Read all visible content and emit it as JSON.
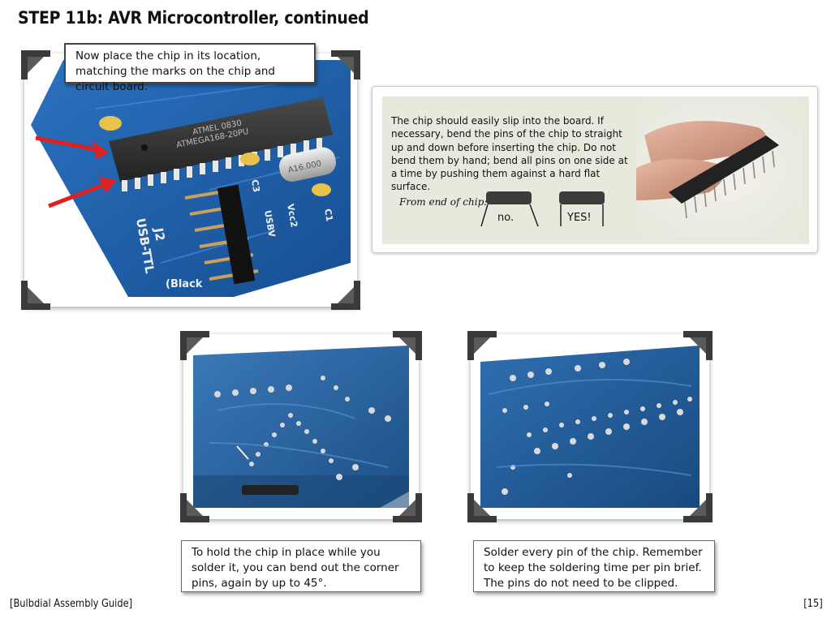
{
  "page": {
    "title": "STEP 11b: AVR Microcontroller, continued",
    "footer_left": "[Bulbdial Assembly Guide]",
    "footer_right": "[15]"
  },
  "top_photo": {
    "caption": "Now place the chip in its location, matching the marks on the chip and circuit board.",
    "board_labels": [
      "J2",
      "USB-TTL",
      "USBV",
      "Vcc2",
      "C3",
      "C1",
      "(Black"
    ],
    "chip_marking": [
      "ATMEL 0830",
      "ATMEGA168-20PU"
    ],
    "crystal_marking": "A16.000"
  },
  "info_panel": {
    "text": "The chip should easily slip into the board.  If necessary, bend the pins of the chip to straight up and down before inserting the chip.  Do not bend them by hand; bend all pins on one side at a time by pushing them against a hard flat surface.",
    "chip_note": "From end of chip:",
    "bad_label": "no.",
    "good_label": "YES!"
  },
  "bottom_left": {
    "caption": "To hold the chip in place while you solder it, you can bend out the corner pins, again by up to 45°."
  },
  "bottom_right": {
    "caption": "Solder every pin of the chip.  Remember to keep the soldering time per pin brief. The pins do not need to be clipped."
  },
  "colors": {
    "board_blue": "#1f5fa8",
    "corner_dark": "#3a3a3a",
    "panel_bg": "#e7e9dc",
    "arrow_red": "#e02020"
  }
}
